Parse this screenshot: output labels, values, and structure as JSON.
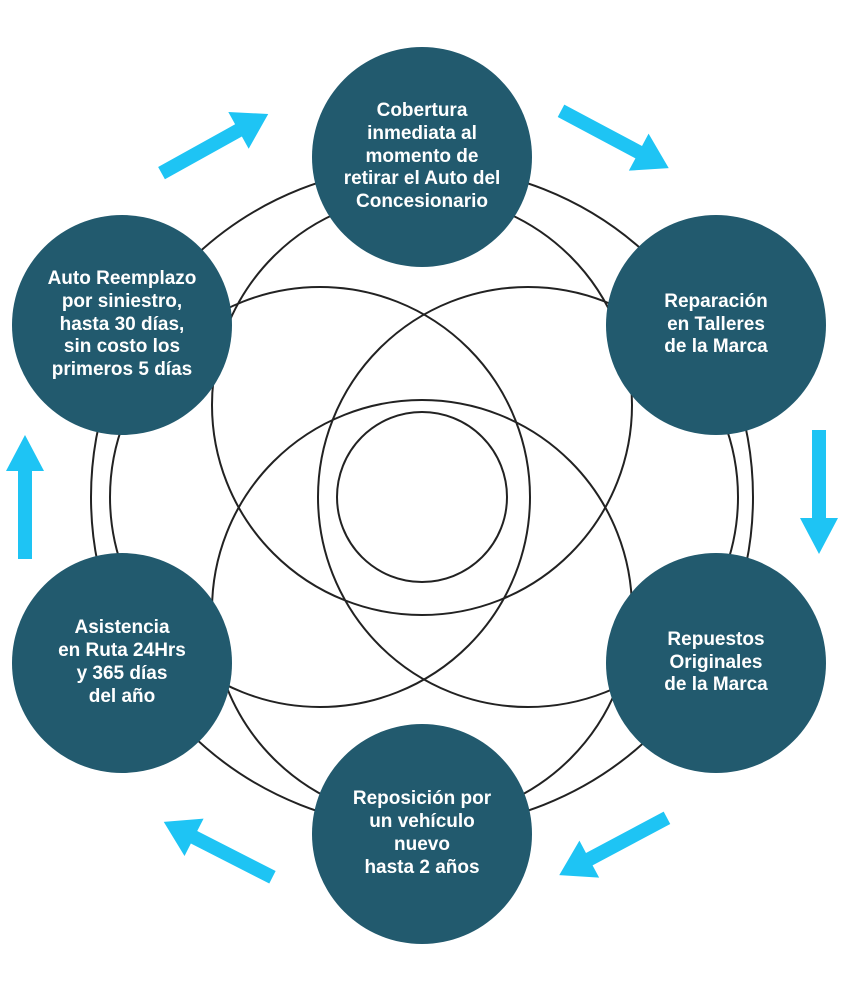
{
  "colors": {
    "node_fill": "#225a6e",
    "accent": "#1ec4f4",
    "line": "#222222",
    "text": "#ffffff"
  },
  "nodes": [
    {
      "id": "cobertura",
      "label": "Cobertura\ninmediata al\nmomento de\nretirar el Auto del\nConcesionario"
    },
    {
      "id": "reparacion",
      "label": "Reparación\nen Talleres\nde la Marca"
    },
    {
      "id": "repuestos",
      "label": "Repuestos\nOriginales\nde la Marca"
    },
    {
      "id": "reposicion",
      "label": "Reposición por\nun vehículo\nnuevo\nhasta 2 años"
    },
    {
      "id": "asistencia",
      "label": "Asistencia\nen Ruta 24Hrs\ny 365 días\ndel año"
    },
    {
      "id": "reemplazo",
      "label": "Auto Reemplazo\npor siniestro,\nhasta 30 días,\nsin costo los\nprimeros 5 días"
    }
  ],
  "arrow_icons": [
    "arrow-up-right-icon",
    "arrow-down-right-icon",
    "arrow-down-icon",
    "arrow-down-left-icon",
    "arrow-up-left-icon",
    "arrow-up-icon"
  ]
}
